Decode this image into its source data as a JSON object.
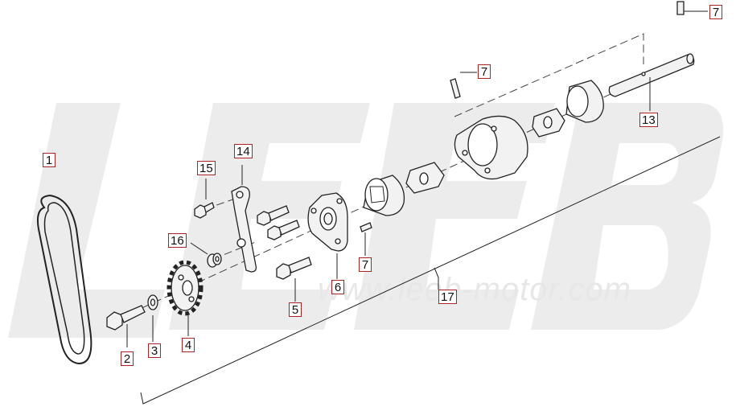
{
  "watermark": {
    "logo": "LEEB",
    "url": "www.leeb-motor.com"
  },
  "callouts": [
    {
      "id": "1",
      "label": "1"
    },
    {
      "id": "2",
      "label": "2"
    },
    {
      "id": "3",
      "label": "3"
    },
    {
      "id": "4",
      "label": "4"
    },
    {
      "id": "5",
      "label": "5"
    },
    {
      "id": "6",
      "label": "6"
    },
    {
      "id": "7a",
      "label": "7"
    },
    {
      "id": "7b",
      "label": "7"
    },
    {
      "id": "7c",
      "label": "7"
    },
    {
      "id": "13",
      "label": "13"
    },
    {
      "id": "14",
      "label": "14"
    },
    {
      "id": "15",
      "label": "15"
    },
    {
      "id": "16",
      "label": "16"
    },
    {
      "id": "17",
      "label": "17"
    }
  ],
  "colors": {
    "callout_border": "#b22222",
    "line": "#222222",
    "part_fill": "#f2f2f2",
    "watermark": "#e7e7e7"
  }
}
